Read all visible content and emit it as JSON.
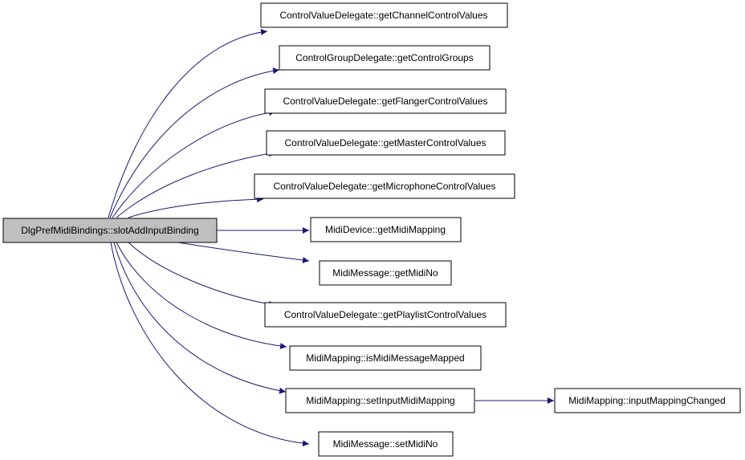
{
  "graph": {
    "root": {
      "id": "root",
      "label": "DlgPrefMidiBindings::slotAddInputBinding",
      "highlighted": true
    },
    "callees": [
      {
        "id": "n1",
        "label": "ControlValueDelegate::getChannelControlValues"
      },
      {
        "id": "n2",
        "label": "ControlGroupDelegate::getControlGroups"
      },
      {
        "id": "n3",
        "label": "ControlValueDelegate::getFlangerControlValues"
      },
      {
        "id": "n4",
        "label": "ControlValueDelegate::getMasterControlValues"
      },
      {
        "id": "n5",
        "label": "ControlValueDelegate::getMicrophoneControlValues"
      },
      {
        "id": "n6",
        "label": "MidiDevice::getMidiMapping"
      },
      {
        "id": "n7",
        "label": "MidiMessage::getMidiNo"
      },
      {
        "id": "n8",
        "label": "ControlValueDelegate::getPlaylistControlValues"
      },
      {
        "id": "n9",
        "label": "MidiMapping::isMidiMessageMapped"
      },
      {
        "id": "n10",
        "label": "MidiMapping::setInputMidiMapping"
      },
      {
        "id": "n11",
        "label": "MidiMessage::setMidiNo"
      }
    ],
    "secondary": [
      {
        "id": "n12",
        "label": "MidiMapping::inputMappingChanged"
      }
    ],
    "edges": [
      {
        "from": "root",
        "to": "n1"
      },
      {
        "from": "root",
        "to": "n2"
      },
      {
        "from": "root",
        "to": "n3"
      },
      {
        "from": "root",
        "to": "n4"
      },
      {
        "from": "root",
        "to": "n5"
      },
      {
        "from": "root",
        "to": "n6"
      },
      {
        "from": "root",
        "to": "n7"
      },
      {
        "from": "root",
        "to": "n8"
      },
      {
        "from": "root",
        "to": "n9"
      },
      {
        "from": "root",
        "to": "n10"
      },
      {
        "from": "root",
        "to": "n11"
      },
      {
        "from": "n10",
        "to": "n12"
      }
    ],
    "colors": {
      "edge": "#191970",
      "root_fill": "#bfbfbf",
      "node_fill": "#ffffff",
      "node_border": "#000000"
    }
  }
}
